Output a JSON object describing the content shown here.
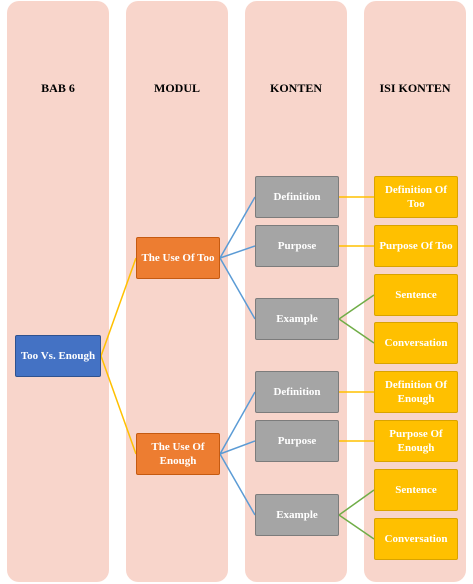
{
  "columns": {
    "bab": "BAB 6",
    "modul": "MODUL",
    "konten": "KONTEN",
    "isi_konten": "ISI KONTEN"
  },
  "root": {
    "label": "Too Vs. Enough"
  },
  "modules": [
    {
      "label": "The Use Of Too",
      "contents": [
        {
          "label": "Definition",
          "isi": [
            "Definition Of Too"
          ]
        },
        {
          "label": "Purpose",
          "isi": [
            "Purpose Of Too"
          ]
        },
        {
          "label": "Example",
          "isi": [
            "Sentence",
            "Conversation"
          ]
        }
      ]
    },
    {
      "label": "The Use Of Enough",
      "contents": [
        {
          "label": "Definition",
          "isi": [
            "Definition Of Enough"
          ]
        },
        {
          "label": "Purpose",
          "isi": [
            "Purpose Of Enough"
          ]
        },
        {
          "label": "Example",
          "isi": [
            "Sentence",
            "Conversation"
          ]
        }
      ]
    }
  ],
  "colors": {
    "column_bg": "#f8d5cb",
    "root": "#4472c4",
    "module": "#ed7d31",
    "content": "#a5a5a5",
    "isi": "#ffc000",
    "link_root": "#ffc000",
    "link_module": "#5b9bd5",
    "link_content_single": "#ffc000",
    "link_content_multi": "#70ad47"
  }
}
